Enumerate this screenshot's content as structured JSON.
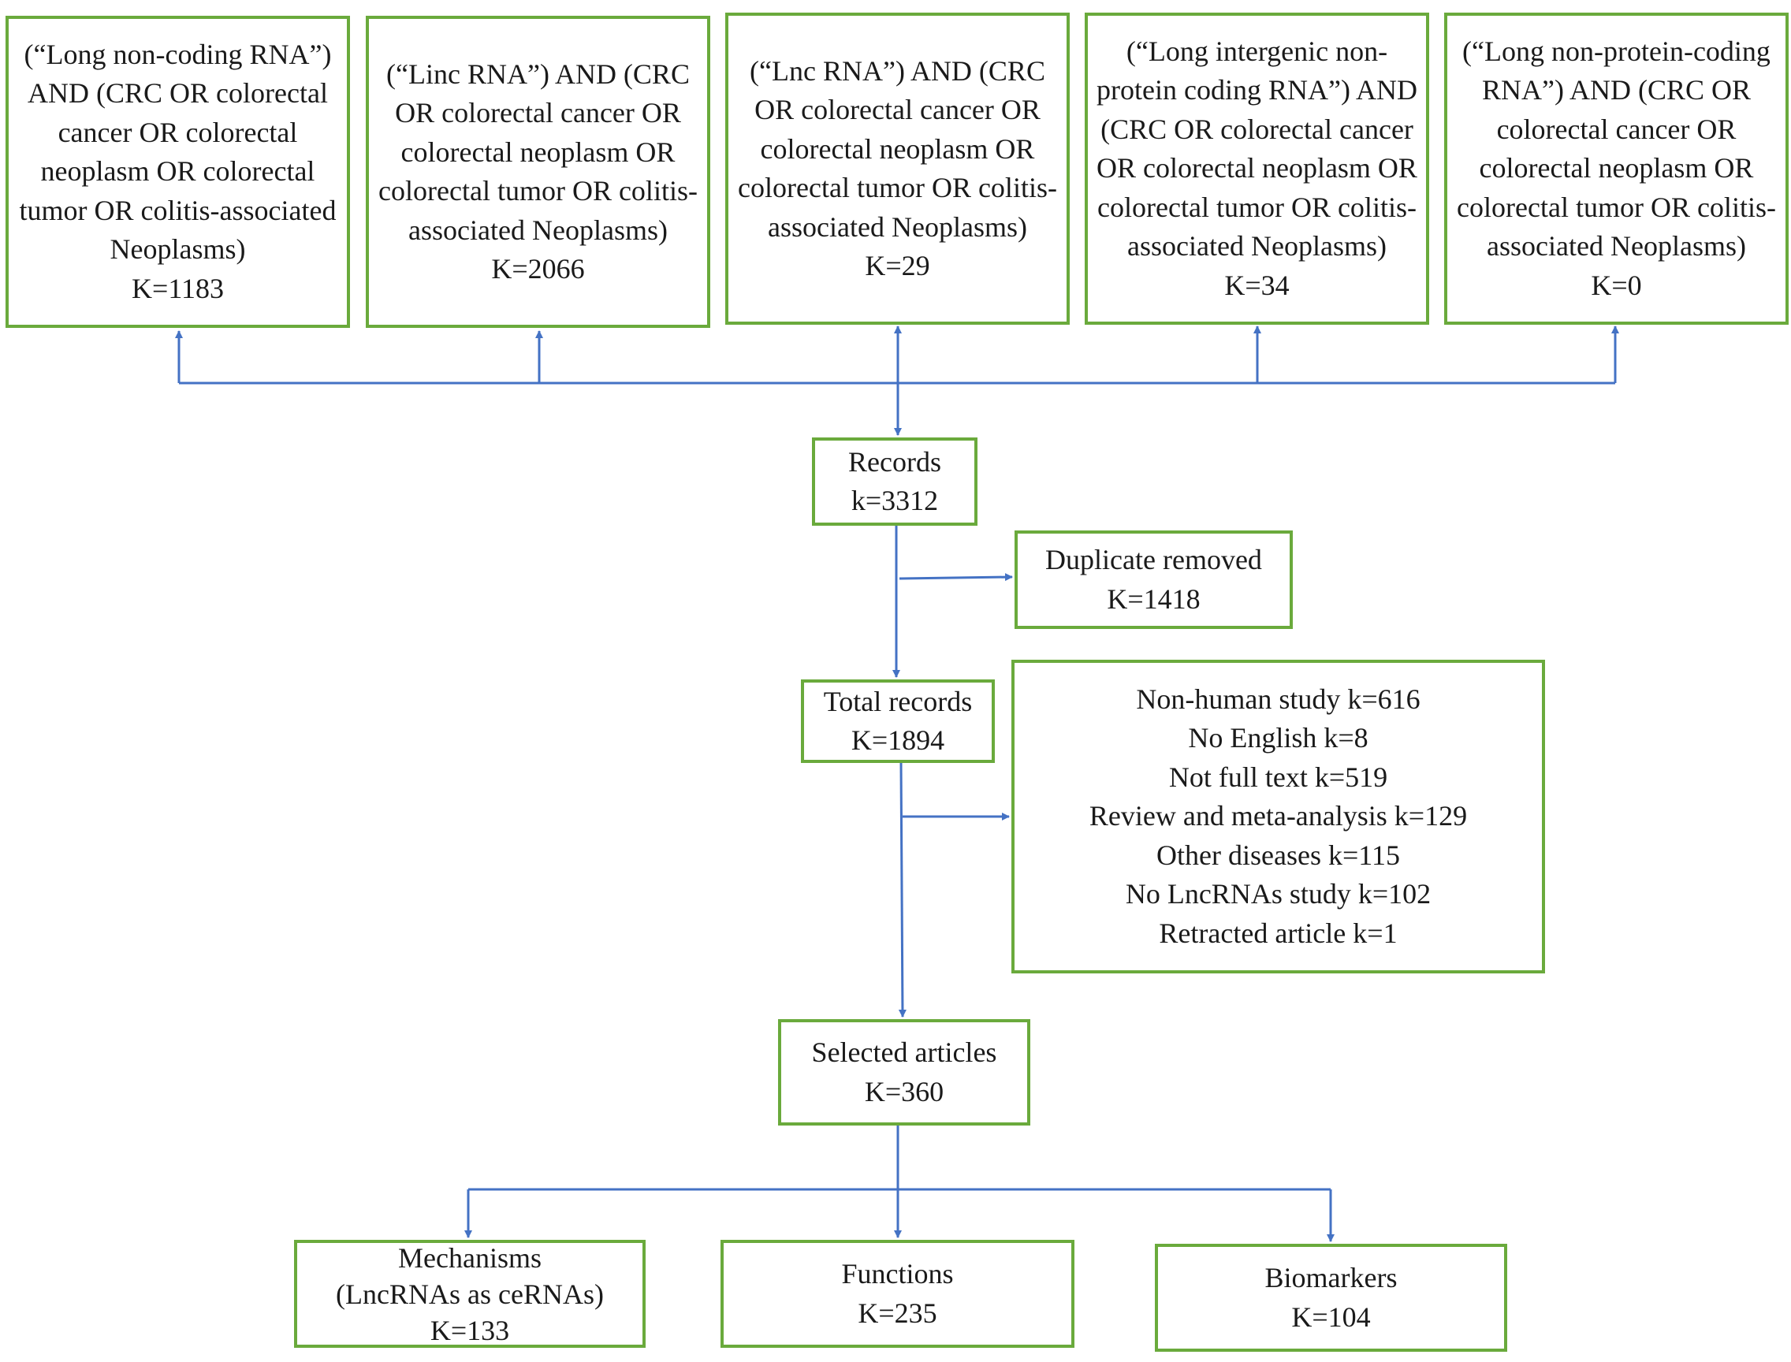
{
  "colors": {
    "box_border": "#6aaa3c",
    "arrow": "#4472c4",
    "text": "#1a1a1a",
    "background": "#ffffff"
  },
  "searches": [
    {
      "lines": [
        "(“Long non-coding RNA”)",
        "AND (CRC OR colorectal",
        "cancer OR colorectal",
        "neoplasm OR colorectal",
        "tumor OR colitis-associated",
        "Neoplasms)"
      ],
      "count": "K=1183"
    },
    {
      "lines": [
        "(“Linc RNA”) AND (CRC",
        "OR colorectal cancer OR",
        "colorectal neoplasm OR",
        "colorectal tumor OR colitis-",
        "associated Neoplasms)"
      ],
      "count": "K=2066"
    },
    {
      "lines": [
        "(“Lnc RNA”) AND (CRC",
        "OR colorectal cancer OR",
        "colorectal neoplasm OR",
        "colorectal tumor OR colitis-",
        "associated Neoplasms)"
      ],
      "count": "K=29"
    },
    {
      "lines": [
        "(“Long intergenic non-",
        "protein coding RNA”) AND",
        "(CRC OR colorectal cancer",
        "OR colorectal neoplasm OR",
        "colorectal tumor OR colitis-",
        "associated Neoplasms)"
      ],
      "count": "K=34"
    },
    {
      "lines": [
        "(“Long non-protein-coding",
        "RNA”) AND (CRC OR",
        "colorectal cancer OR",
        "colorectal neoplasm OR",
        "colorectal tumor OR colitis-",
        "associated Neoplasms)"
      ],
      "count": "K=0"
    }
  ],
  "records": {
    "title": "Records",
    "count": "k=3312"
  },
  "duplicates": {
    "title": "Duplicate removed",
    "count": "K=1418"
  },
  "total": {
    "title": "Total records",
    "count": "K=1894"
  },
  "exclusions": [
    "Non-human study k=616",
    "No English k=8",
    "Not full text k=519",
    "Review and meta-analysis k=129",
    "Other diseases k=115",
    "No LncRNAs study k=102",
    "Retracted article k=1"
  ],
  "selected": {
    "title": "Selected articles",
    "count": "K=360"
  },
  "outcomes": {
    "mechanisms": {
      "title": "Mechanisms",
      "subtitle": "(LncRNAs as ceRNAs)",
      "count": "K=133"
    },
    "functions": {
      "title": "Functions",
      "count": "K=235"
    },
    "biomarkers": {
      "title": "Biomarkers",
      "count": "K=104"
    }
  }
}
